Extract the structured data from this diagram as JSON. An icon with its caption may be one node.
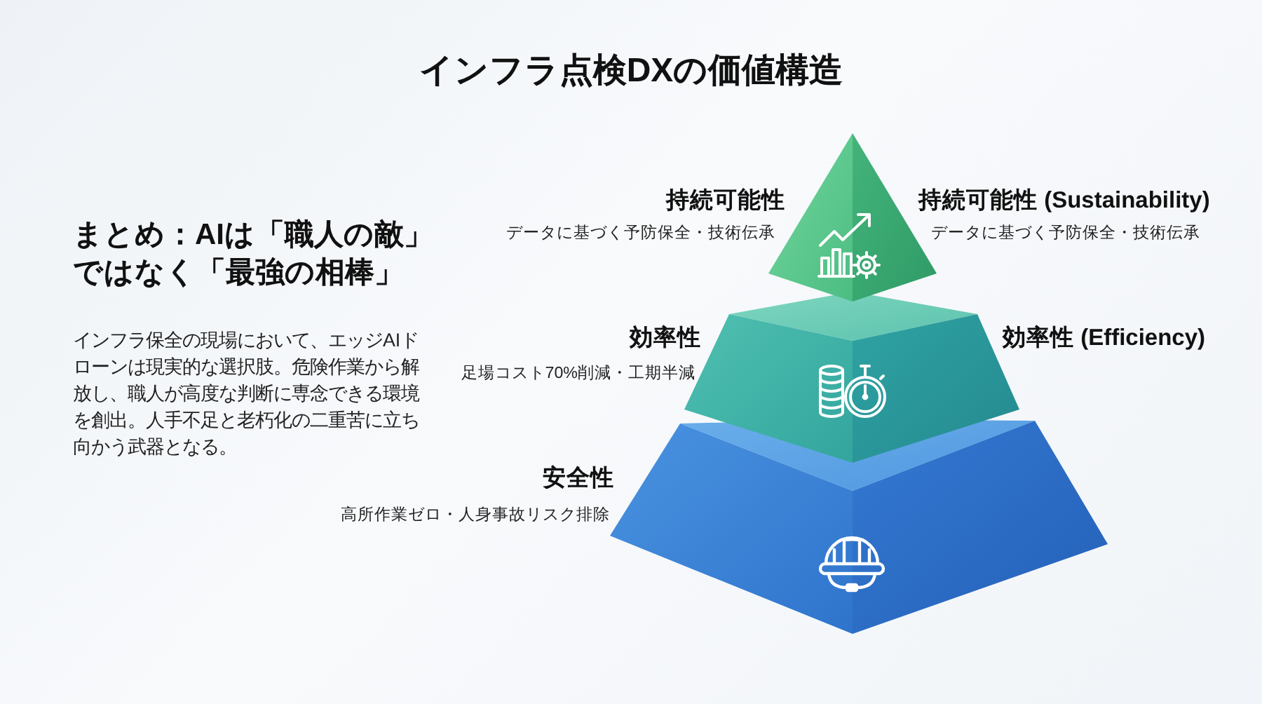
{
  "diagram": {
    "title": "インフラ点検DXの価値構造",
    "nodes": [
      {
        "text": [
          "持続可能性",
          "データに基づく予防保全・技術伝承"
        ],
        "beside": [
          "持続可能性 (Sustainability)",
          "データに基づく予防保全・技術伝承"
        ]
      },
      {
        "text": [
          "効率性",
          "足場コスト70%削減・工期半減"
        ],
        "beside": [
          "効率性 (Efficiency)"
        ]
      },
      {
        "text": [
          "安全性",
          "高所作業ゼロ・人身事故リスク排除"
        ]
      }
    ],
    "labels": [
      "まとめ：AIは「職人の敵」ではなく「最強の相棒」",
      "インフラ保全の現場において、エッジAIドローンは現実的な選択肢。危険作業から解放し、職人が高度な判断に専念できる環境を創出。人手不足と老朽化の二重苦に立ち向かう武器となる。"
    ]
  }
}
